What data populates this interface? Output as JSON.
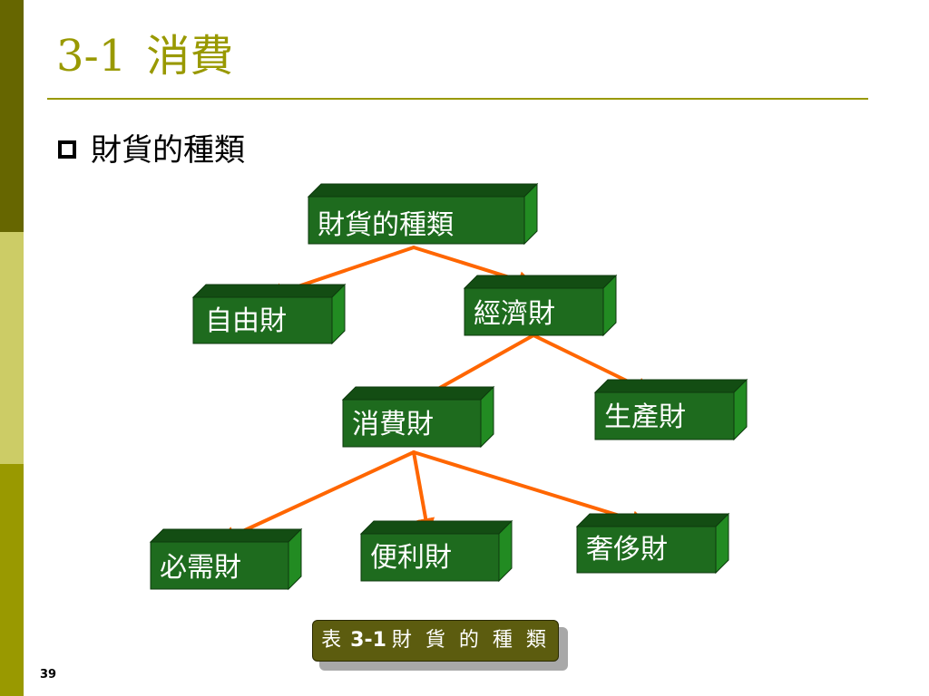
{
  "slide": {
    "title_number": "3-1",
    "title_text": "消費",
    "bullet_text": "財貨的種類",
    "page_number": "39"
  },
  "diagram": {
    "nodes": {
      "root": "財貨的種類",
      "free": "自由財",
      "economic": "經濟財",
      "consumer": "消費財",
      "producer": "生產財",
      "necessity": "必需財",
      "convenience": "便利財",
      "luxury": "奢侈財"
    },
    "edges": [
      [
        "root",
        "free"
      ],
      [
        "root",
        "economic"
      ],
      [
        "economic",
        "consumer"
      ],
      [
        "economic",
        "producer"
      ],
      [
        "consumer",
        "necessity"
      ],
      [
        "consumer",
        "convenience"
      ],
      [
        "consumer",
        "luxury"
      ]
    ]
  },
  "caption": {
    "prefix": "表",
    "number": "3-1",
    "text": "財 貨 的 種 類"
  },
  "colors": {
    "sidebar_top": "#666600",
    "sidebar_mid": "#cccc66",
    "sidebar_bottom": "#999900",
    "title": "#999900",
    "rule": "#999900",
    "box_front": "#1e6b1e",
    "box_top": "#134d13",
    "box_side": "#228b22",
    "box_edge": "#0d3a0d",
    "arrow": "#ff6600",
    "caption_bg": "#5c5c0f"
  }
}
